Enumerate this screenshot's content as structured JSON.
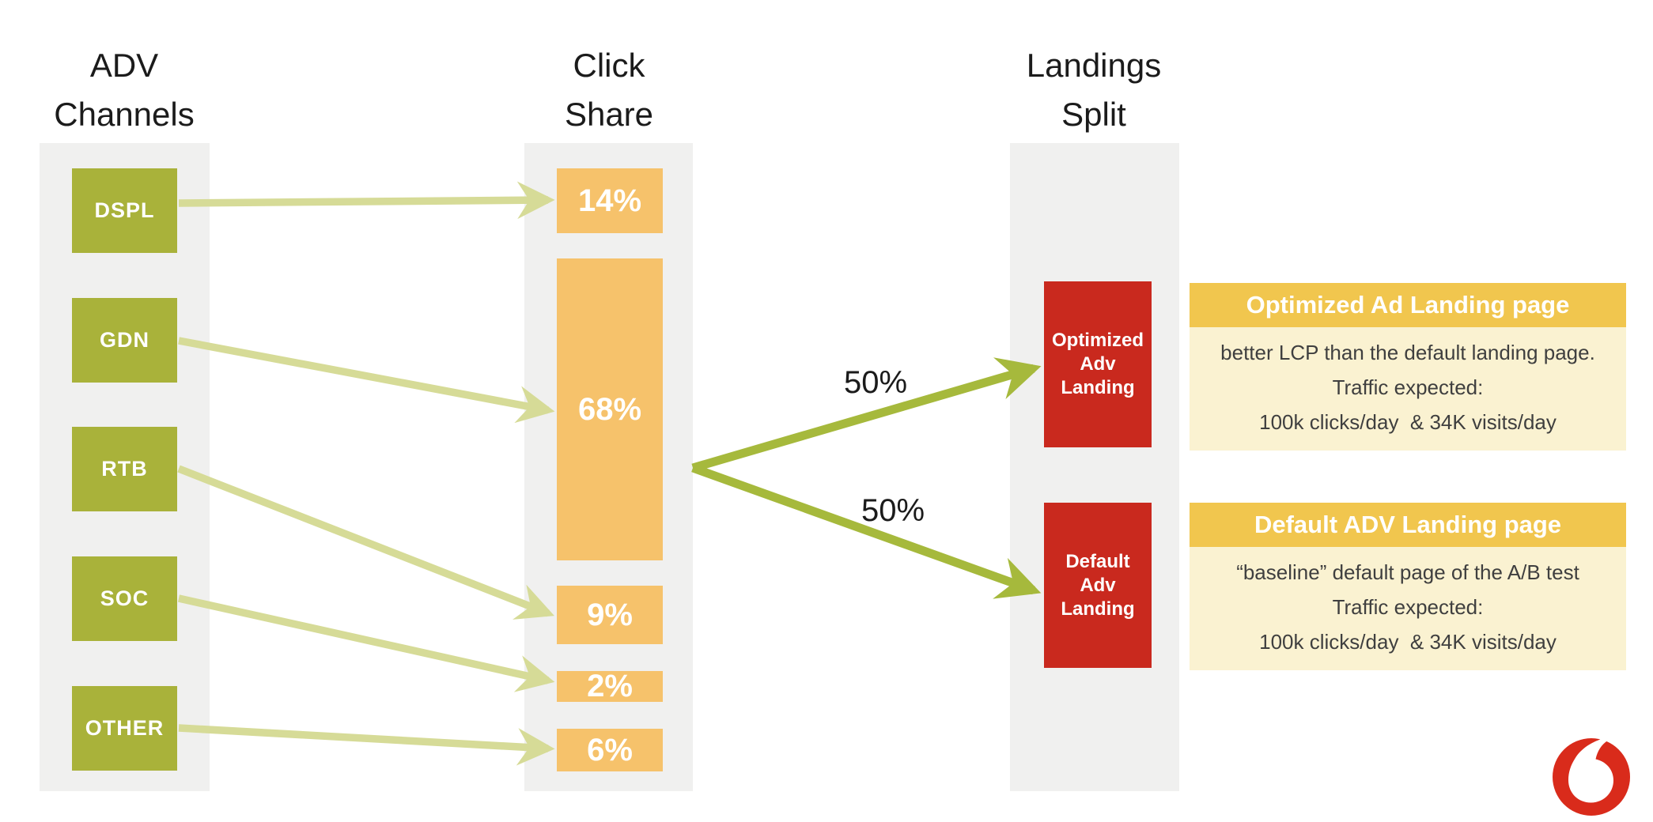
{
  "slide": {
    "columns": [
      {
        "id": "adv-channels",
        "title": "ADV\nChannels"
      },
      {
        "id": "click-share",
        "title": "Click\nShare"
      },
      {
        "id": "landings-split",
        "title": "Landings\nSplit"
      }
    ]
  },
  "channels": [
    {
      "label": "DSPL"
    },
    {
      "label": "GDN"
    },
    {
      "label": "RTB"
    },
    {
      "label": "SOC"
    },
    {
      "label": "OTHER"
    }
  ],
  "shares": [
    {
      "value": "14%"
    },
    {
      "value": "68%"
    },
    {
      "value": "9%"
    },
    {
      "value": "2%"
    },
    {
      "value": "6%"
    }
  ],
  "flows": [
    {
      "from": "DSPL",
      "to": "14%"
    },
    {
      "from": "GDN",
      "to": "68%"
    },
    {
      "from": "RTB",
      "to": "9%"
    },
    {
      "from": "SOC",
      "to": "2%"
    },
    {
      "from": "OTHER",
      "to": "6%"
    }
  ],
  "split": {
    "labels": [
      "50%",
      "50%"
    ],
    "source": "68%",
    "targets": [
      "Optimized Adv Landing",
      "Default Adv Landing"
    ]
  },
  "landings": [
    {
      "text": "Optimized\nAdv\nLanding"
    },
    {
      "text": "Default\nAdv\nLanding"
    }
  ],
  "cards": [
    {
      "title": "Optimized Ad Landing page",
      "lines": "better LCP than the default landing page.\nTraffic expected:\n100k clicks/day  & 34K visits/day"
    },
    {
      "title": "Default ADV Landing page",
      "lines": "“baseline” default page of the A/B test\nTraffic expected:\n100k clicks/day  & 34K visits/day"
    }
  ],
  "logo": {
    "brand": "Vodafone"
  },
  "colors": {
    "channel_green": "#a9b23a",
    "share_orange": "#f6c26b",
    "arrow_light": "#d6db97",
    "arrow_dark": "#a6b93c",
    "landing_red": "#c9291e",
    "card_header_yellow": "#f1c64e",
    "card_body_yellow": "#faf2d1",
    "panel_gray": "#f0f0ef",
    "logo_red": "#d92b1b"
  }
}
